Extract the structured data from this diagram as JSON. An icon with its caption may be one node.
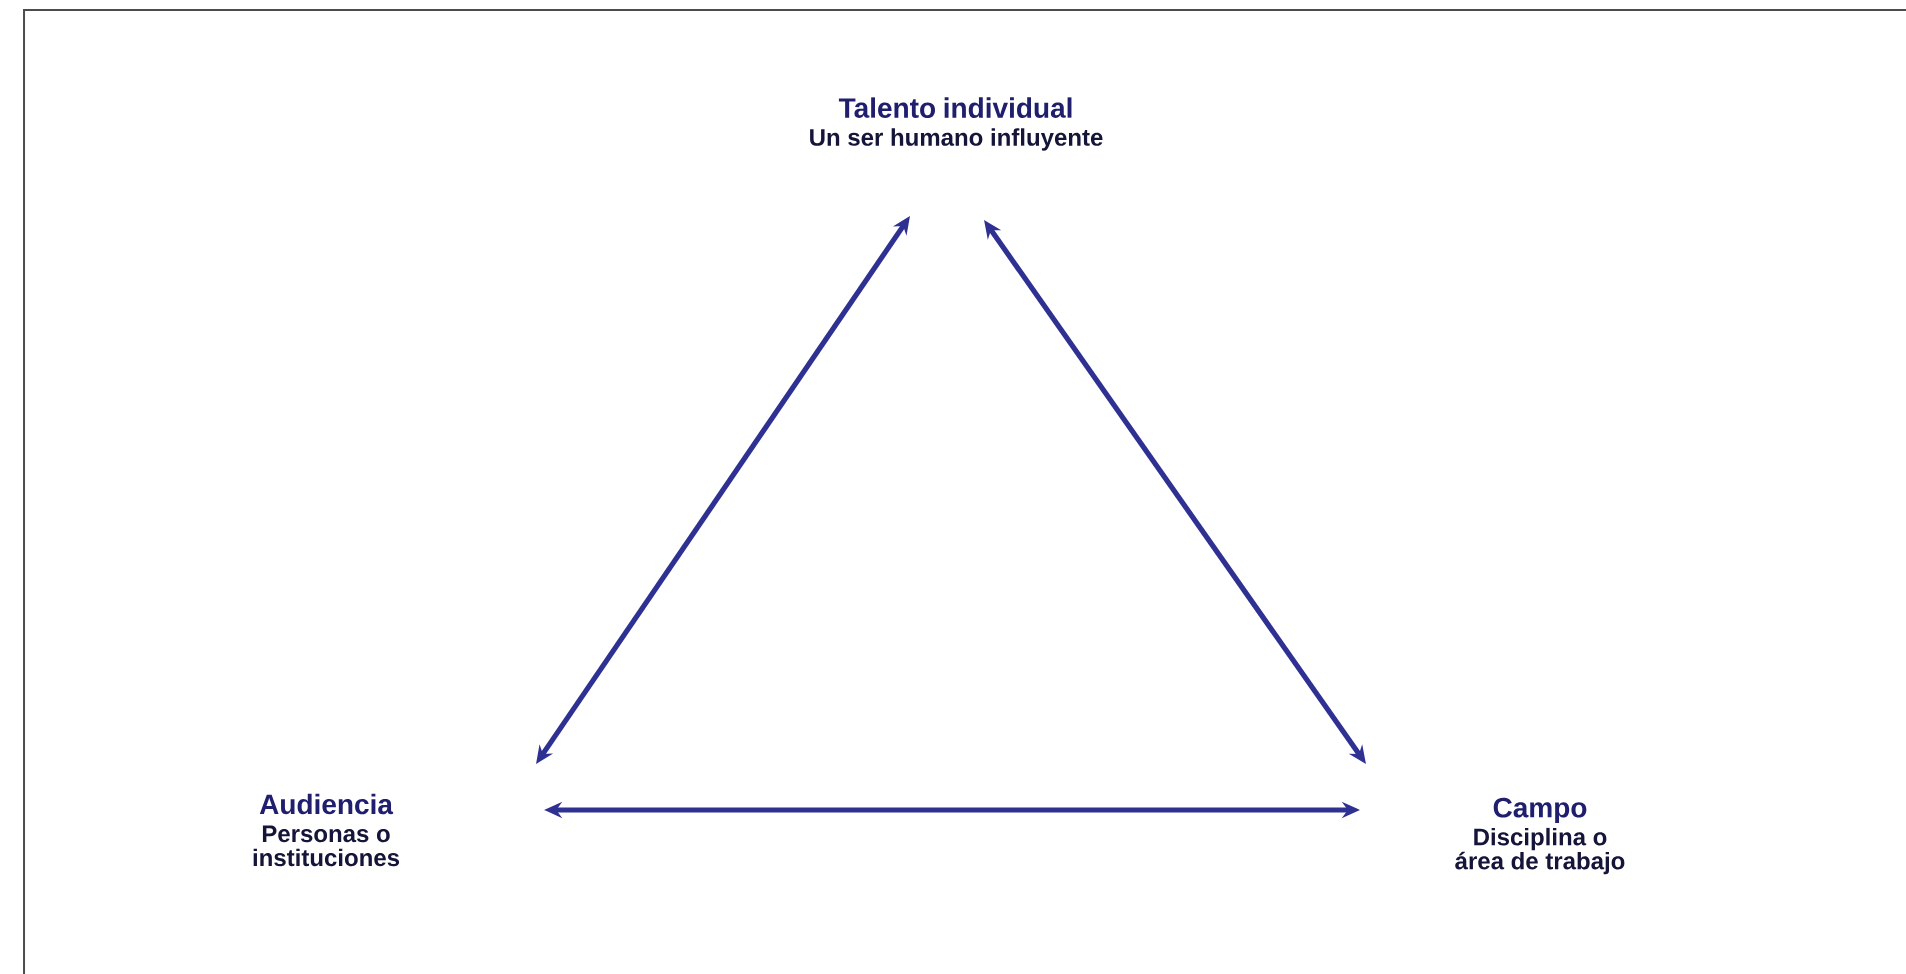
{
  "diagram": {
    "nodes": [
      {
        "text": [
          "Talento individual",
          "Un ser humano influyente"
        ]
      },
      {
        "text": [
          "Audiencia",
          "Personas o instituciones"
        ]
      },
      {
        "text": [
          "Campo",
          "Disciplina o área de trabajo"
        ]
      }
    ],
    "edges": [
      {
        "from": 0,
        "to": 1,
        "arrow": "both"
      },
      {
        "from": 0,
        "to": 2,
        "arrow": "both"
      },
      {
        "from": 1,
        "to": 2,
        "arrow": "both"
      }
    ]
  }
}
